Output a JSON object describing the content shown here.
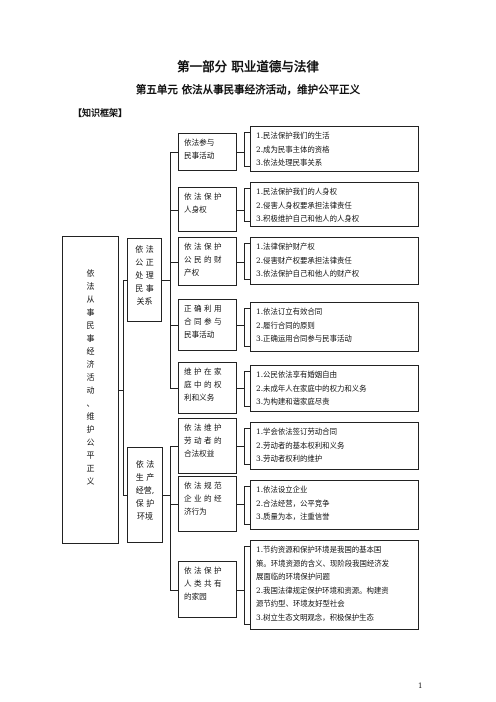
{
  "header": {
    "title": "第一部分  职业道德与法律",
    "unit": "第五单元  依法从事民事经济活动，维护公平正义",
    "section": "【知识框架】"
  },
  "root": {
    "label": [
      "依",
      "法",
      "从",
      "事",
      "民",
      "事",
      "经",
      "济",
      "活",
      "动",
      "、",
      "维",
      "护",
      "公",
      "平",
      "正",
      "义"
    ]
  },
  "group1": {
    "label": [
      "依 法",
      "公 正",
      "处 理",
      "民 事",
      "关系"
    ],
    "items": [
      {
        "title": [
          "依法参与",
          "民事活动"
        ],
        "points": [
          "1.民法保护我们的生活",
          "2.成为民事主体的资格",
          "3.依法处理民事关系"
        ]
      },
      {
        "title": [
          "依 法 保 护",
          "人身权"
        ],
        "points": [
          "1.民法保护我们的人身权",
          "2.侵害人身权要承担法律责任",
          "3.积极维护自己和他人的人身权"
        ]
      },
      {
        "title": [
          "依 法 保 护",
          "公 民 的 财",
          "产权"
        ],
        "points": [
          "1.法律保护财产权",
          "2.侵害财产权要承担法律责任",
          "3.依法保护自己和他人的财产权"
        ]
      },
      {
        "title": [
          "正 确 利 用",
          "合 同 参 与",
          "民事活动"
        ],
        "points": [
          "1.依法订立有效合同",
          "2.履行合同的原则",
          "3.正确运用合同参与民事活动"
        ]
      },
      {
        "title": [
          "维 护 在 家",
          "庭 中 的 权",
          "利和义务"
        ],
        "points": [
          "1.公民依法享有婚姻自由",
          "2.未成年人在家庭中的权力和义务",
          "3.为构建和谐家庭尽责"
        ]
      }
    ]
  },
  "group2": {
    "label": [
      "依  法",
      "生  产",
      "经营,",
      "保  护",
      "环境"
    ],
    "items": [
      {
        "title": [
          "依 法 维 护",
          "劳 动 者 的",
          "合法权益"
        ],
        "points": [
          "1.学会依法签订劳动合同",
          "2.劳动者的基本权利和义务",
          "3.劳动者权利的维护"
        ]
      },
      {
        "title": [
          "依 法 规 范",
          "企 业 的 经",
          "济行为"
        ],
        "points": [
          "1.依法设立企业",
          "2.合法经营，公平竞争",
          "3.质量为本，注重信誉"
        ]
      },
      {
        "title": [
          "依 法 保 护",
          "人 类 共 有",
          "的家园"
        ],
        "points": [
          "1.节约资源和保护环境是我国的基本国",
          "策。环境资源的含义、现阶段我国经济发",
          "展面临的环境保护问题",
          "2.我国法律规定保护环境和资源。构建资",
          "源节约型、环境友好型社会",
          "3.树立生态文明观念，积极保护生态"
        ]
      }
    ]
  },
  "footer": {
    "page_number": "1"
  }
}
